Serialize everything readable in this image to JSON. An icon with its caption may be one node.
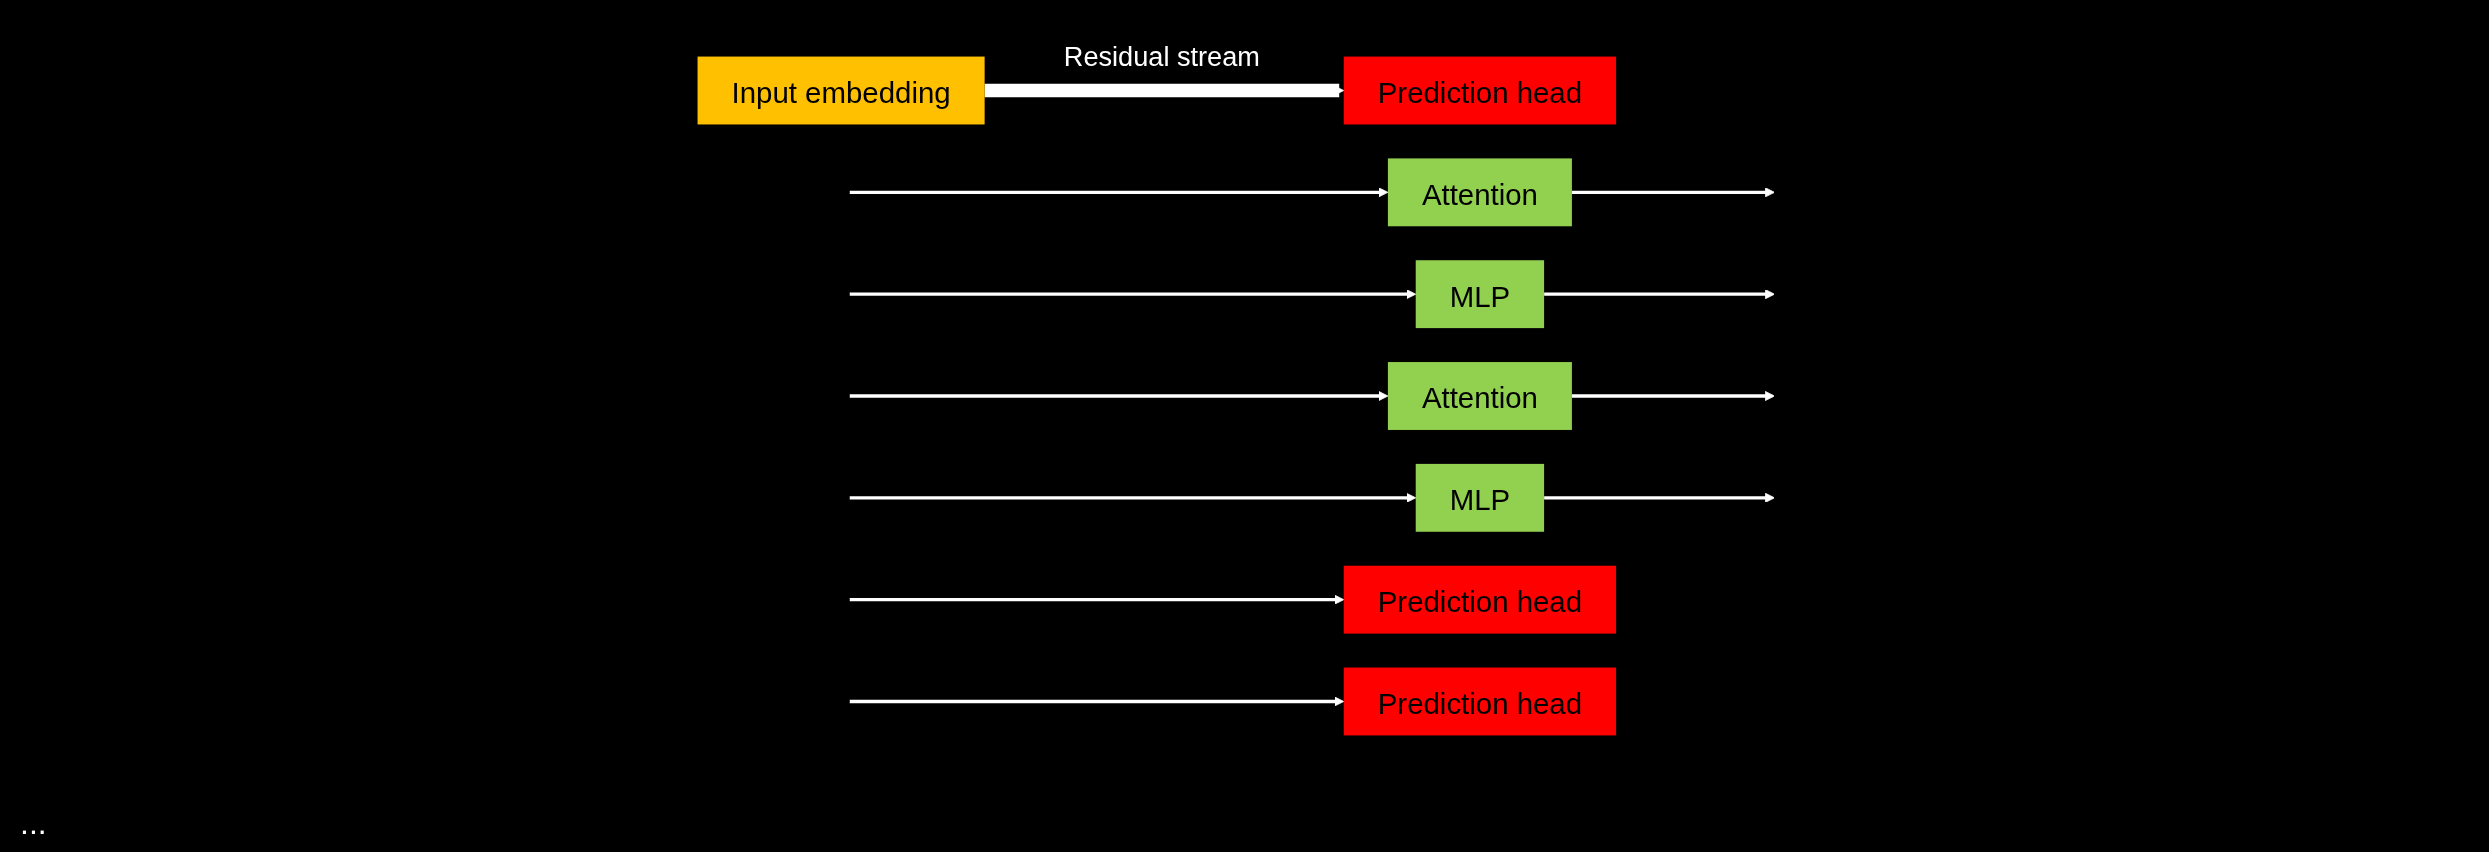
{
  "diagram": {
    "nodes": [
      {
        "text": [
          "Input embedding"
        ]
      },
      {
        "text": [
          "Prediction head"
        ]
      },
      {
        "text": [
          "Attention"
        ]
      },
      {
        "text": [
          "MLP"
        ]
      },
      {
        "text": [
          "Attention"
        ]
      },
      {
        "text": [
          "MLP"
        ]
      },
      {
        "text": [
          "Prediction head"
        ]
      },
      {
        "text": [
          "Prediction head"
        ]
      }
    ],
    "edges": [
      {
        "from": 0,
        "to": 1,
        "arrow": "to",
        "label": "Residual stream",
        "style": "thick"
      },
      {
        "from": null,
        "to": 2,
        "arrow": "to"
      },
      {
        "from": 2,
        "to": null,
        "arrow": "to"
      },
      {
        "from": null,
        "to": 3,
        "arrow": "to"
      },
      {
        "from": 3,
        "to": null,
        "arrow": "to"
      },
      {
        "from": null,
        "to": 4,
        "arrow": "to"
      },
      {
        "from": 4,
        "to": null,
        "arrow": "to"
      },
      {
        "from": null,
        "to": 5,
        "arrow": "to"
      },
      {
        "from": 5,
        "to": null,
        "arrow": "to"
      },
      {
        "from": null,
        "to": 6,
        "arrow": "to"
      },
      {
        "from": null,
        "to": 7,
        "arrow": "to"
      }
    ],
    "labels": [
      "..."
    ]
  }
}
